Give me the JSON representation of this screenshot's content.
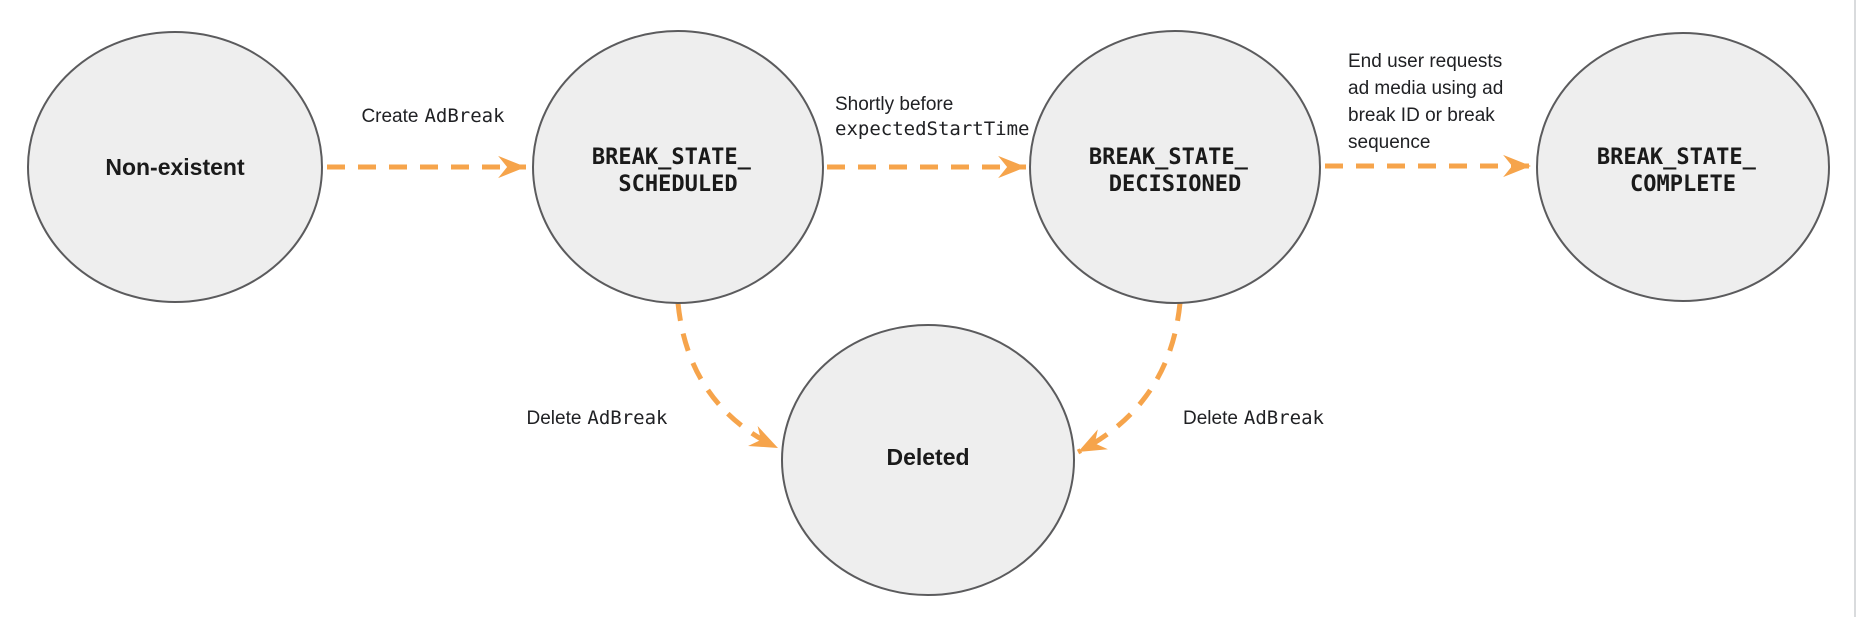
{
  "diagram": {
    "description": "Ad break state transition diagram",
    "colors": {
      "node_fill": "#EEEEEE",
      "node_stroke": "#5B5B5D",
      "arrow": "#F6A44B"
    },
    "nodes": {
      "nonexistent": {
        "label": "Non-existent"
      },
      "scheduled": {
        "line1": "BREAK_STATE_",
        "line2": "SCHEDULED"
      },
      "decisioned": {
        "line1": "BREAK_STATE_",
        "line2": "DECISIONED"
      },
      "complete": {
        "line1": "BREAK_STATE_",
        "line2": "COMPLETE"
      },
      "deleted": {
        "label": "Deleted"
      }
    },
    "edges": {
      "create": {
        "label_plain": "Create",
        "label_code": "AdBreak"
      },
      "decision": {
        "line1": "Shortly before",
        "line2": "expectedStartTime"
      },
      "complete_request": {
        "line1": "End user requests",
        "line2": "ad media using ad",
        "line3": "break ID or break",
        "line4": "sequence"
      },
      "delete_scheduled": {
        "label_plain": "Delete",
        "label_code": "AdBreak"
      },
      "delete_decisioned": {
        "label_plain": "Delete",
        "label_code": "AdBreak"
      }
    }
  }
}
